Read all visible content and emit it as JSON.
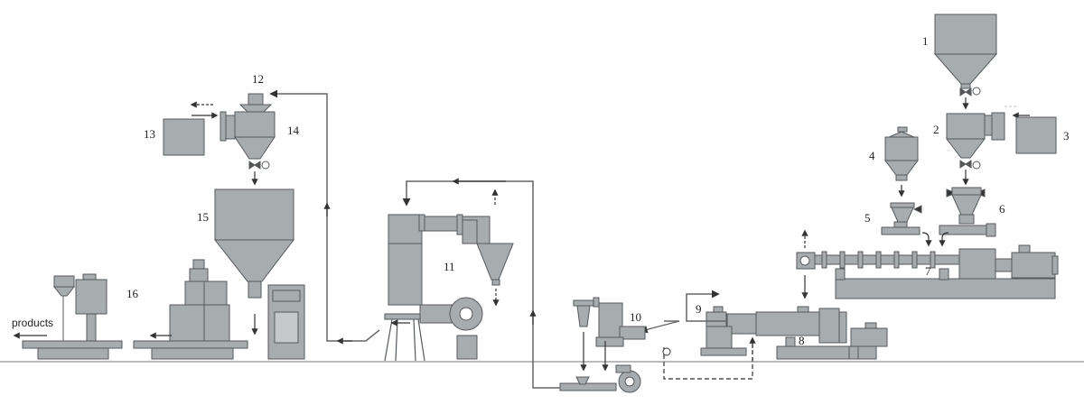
{
  "colors": {
    "equipment_fill": "#a7acae",
    "equipment_stroke": "#555a5d",
    "pipe": "#666666",
    "dark": "#333333",
    "background": "#ffffff"
  },
  "labels": {
    "n1": "1",
    "n2": "2",
    "n3": "3",
    "n4": "4",
    "n5": "5",
    "n6": "6",
    "n7": "7",
    "n8": "8",
    "n9": "9",
    "n10": "10",
    "n11": "11",
    "n12": "12",
    "n13": "13",
    "n14": "14",
    "n15": "15",
    "n16": "16",
    "products": "products"
  }
}
